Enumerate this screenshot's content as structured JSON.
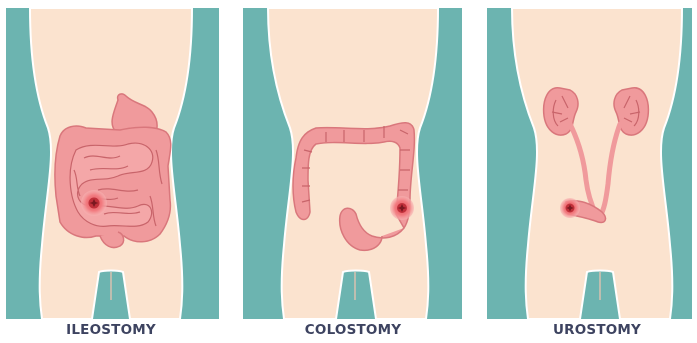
{
  "colors": {
    "background_teal": "#6cb4b0",
    "skin": "#fbe3cf",
    "body_outline": "#ffffff",
    "organ_fill": "#f09a9c",
    "organ_dark": "#d9777c",
    "organ_line": "#c8646a",
    "stoma_red": "#c0303a",
    "label_text": "#3d4360"
  },
  "panels": [
    {
      "name": "ileostomy",
      "label": "ILEOSTOMY"
    },
    {
      "name": "colostomy",
      "label": "COLOSTOMY"
    },
    {
      "name": "urostomy",
      "label": "UROSTOMY"
    }
  ]
}
